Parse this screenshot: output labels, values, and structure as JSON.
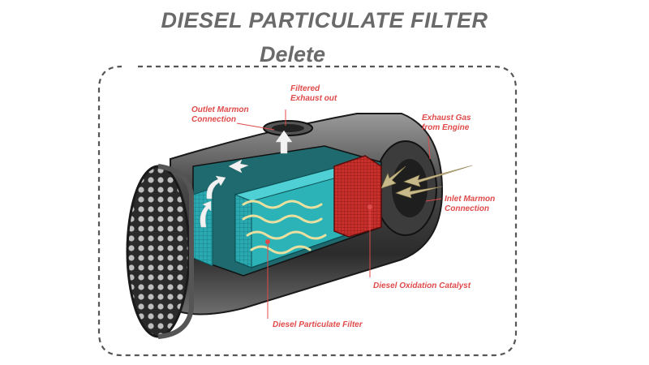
{
  "title": "DIESEL PARTICULATE FILTER",
  "subtitle": "Delete",
  "labels": {
    "filtered_exhaust": [
      "Filtered",
      "Exhaust out"
    ],
    "outlet_marmon": [
      "Outlet Marmon",
      "Connection"
    ],
    "exhaust_gas": [
      "Exhaust Gas",
      "from Engine"
    ],
    "inlet_marmon": [
      "Inlet Marmon",
      "Connection"
    ],
    "diesel_oxidation": "Diesel Oxidation Catalyst",
    "dpf": "Diesel Particulate Filter"
  },
  "colors": {
    "title": "#6a6a6a",
    "label": "#e04a4a",
    "filter": "#2bb3b8",
    "catalyst": "#c9302c",
    "casing": "#3a3a3a",
    "arrow": "#c8b98a"
  }
}
